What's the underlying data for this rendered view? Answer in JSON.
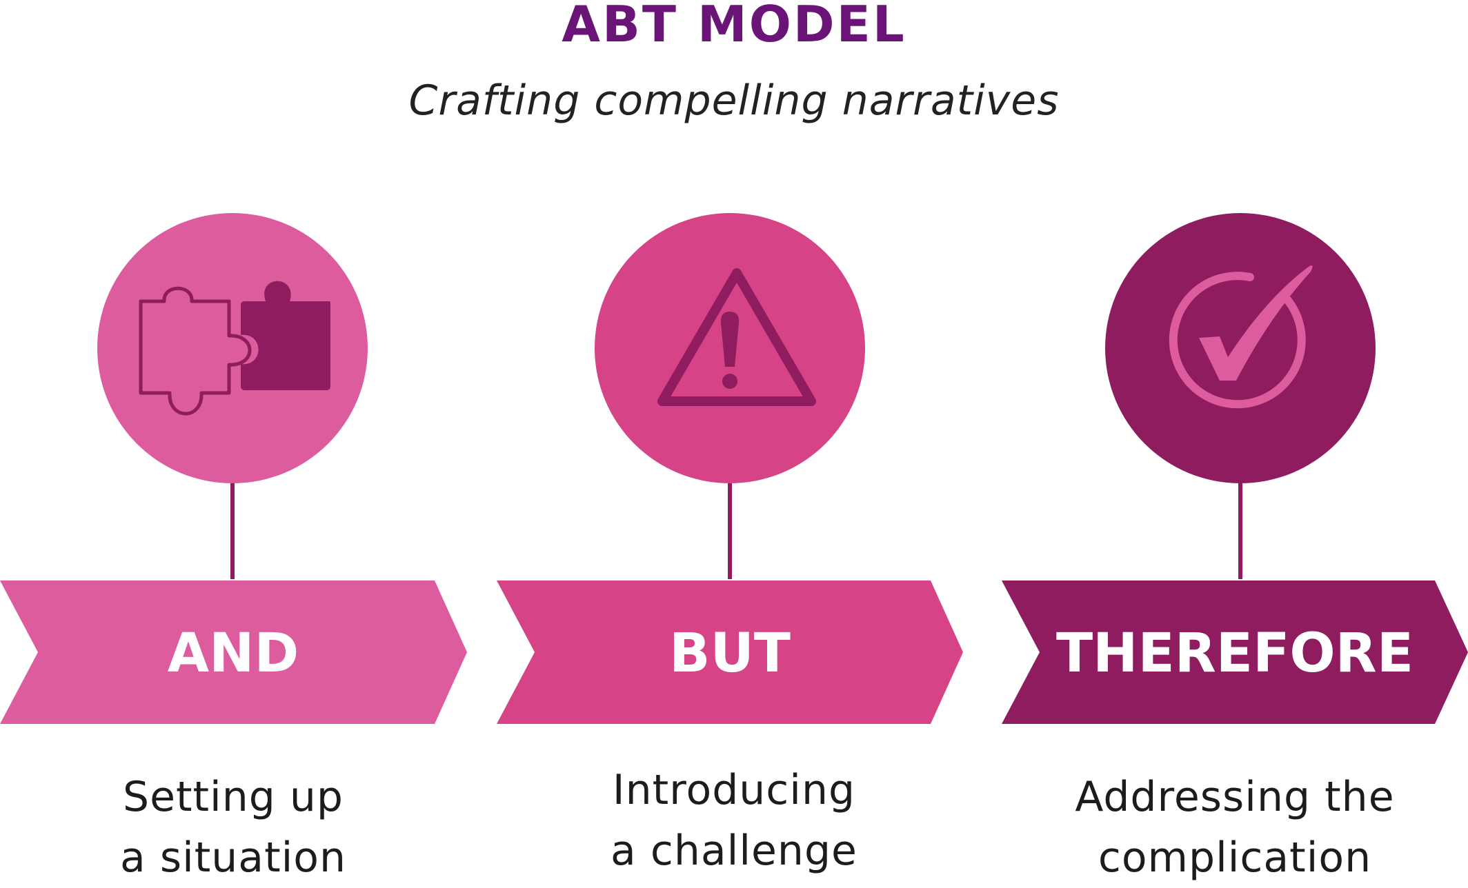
{
  "title": "ABT MODEL",
  "subtitle": "Crafting compelling narratives",
  "colors": {
    "title": "#6b1478",
    "and": "#dd5c9e",
    "but": "#d64386",
    "therefore": "#8e1c5e",
    "icon_dark": "#8e1c5e",
    "connector": "#8e1c5e"
  },
  "steps": [
    {
      "label": "AND",
      "icon": "puzzle-pieces-icon",
      "desc_line1": "Setting up",
      "desc_line2": "a situation"
    },
    {
      "label": "BUT",
      "icon": "warning-triangle-icon",
      "desc_line1": "Introducing",
      "desc_line2": "a challenge"
    },
    {
      "label": "THEREFORE",
      "icon": "checkmark-circle-icon",
      "desc_line1": "Addressing the",
      "desc_line2": "complication"
    }
  ]
}
